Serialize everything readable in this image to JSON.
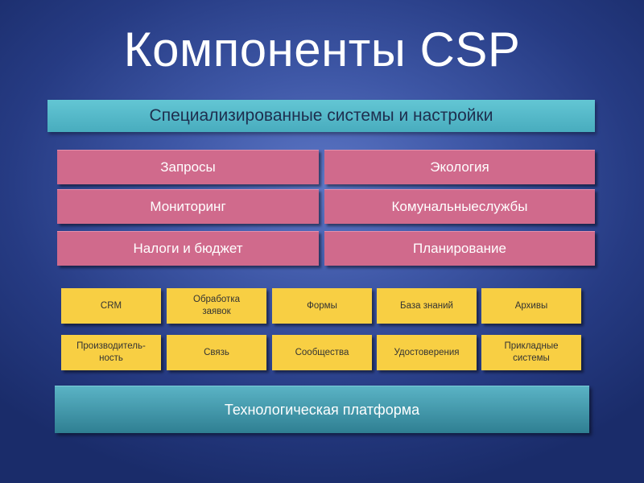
{
  "title": "Компоненты CSP",
  "banner": "Специализированные системы и настройки",
  "pink_items": [
    "Запросы",
    "Экология",
    "Мониторинг",
    "Комунальныеслужбы",
    "Налоги и бюджет",
    "Планирование"
  ],
  "yellow_items": [
    "CRM",
    "Обработка\nзаявок",
    "Формы",
    "База знаний",
    "Архивы",
    "Производитель-\nность",
    "Связь",
    "Сообщества",
    "Удостоверения",
    "Прикладные\nсистемы"
  ],
  "platform": "Технологическая платформа",
  "colors": {
    "background": "#3e57a6",
    "banner": "#55b8c9",
    "pink_box": "#d06a8c",
    "yellow_box": "#f8cf43",
    "platform": "#3f96a9"
  }
}
